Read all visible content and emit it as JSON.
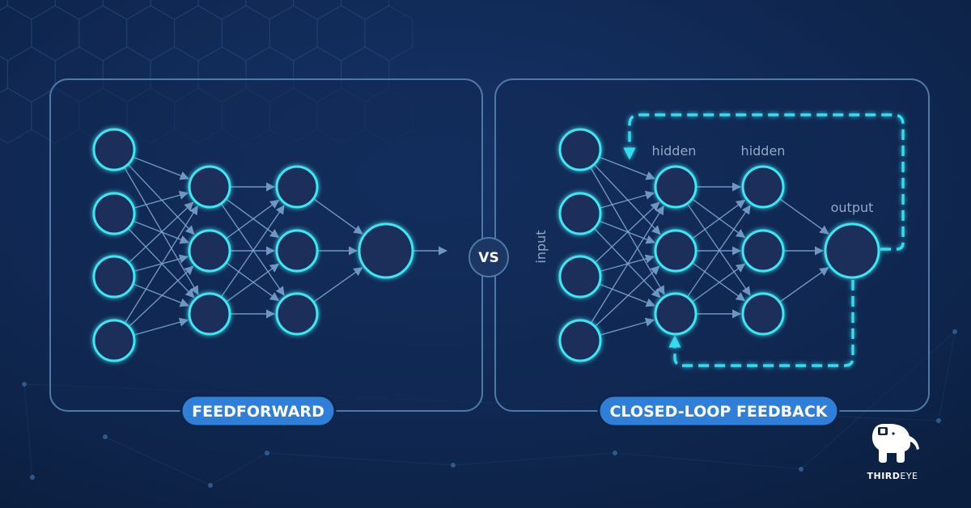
{
  "colors": {
    "background": "#0e2448",
    "node_stroke": "#3ee6f2",
    "node_fill": "#1a2d5a",
    "edge": "#7fa9d6",
    "feedback_loop": "#36dcf0",
    "pill": "#2f7fd8"
  },
  "separator": {
    "text": "VS"
  },
  "feedforward": {
    "title": "FEEDFORWARD",
    "layers": [
      4,
      3,
      3,
      1
    ],
    "output_arrow": true
  },
  "closed_loop": {
    "title": "CLOSED-LOOP FEEDBACK",
    "layers": [
      4,
      3,
      3,
      1
    ],
    "labels": {
      "input": "input",
      "hidden_1": "hidden",
      "hidden_2": "hidden",
      "output": "output"
    },
    "feedback_paths": 2
  },
  "brand": {
    "logo_icon": "elephant-icon",
    "name_part_1": "THIRD",
    "name_part_2": "EYE"
  }
}
